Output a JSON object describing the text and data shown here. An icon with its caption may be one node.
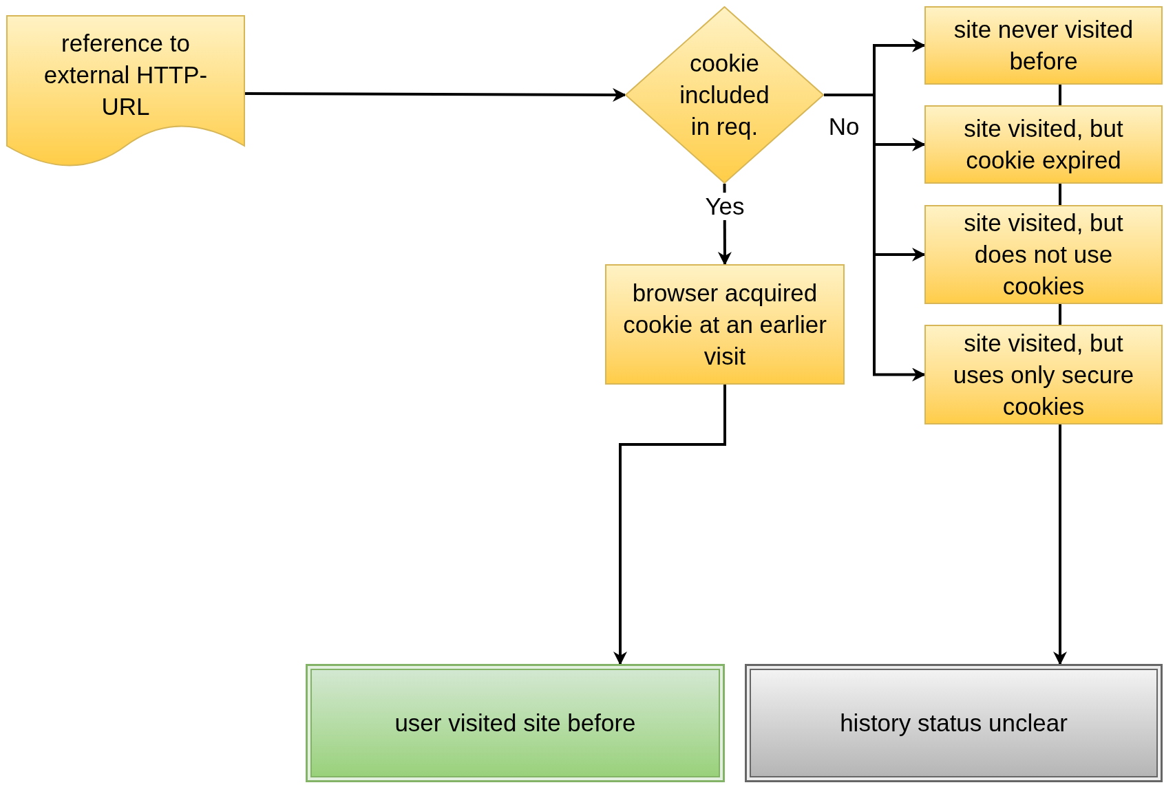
{
  "diagram": {
    "nodes": [
      {
        "text": [
          "reference to external HTTP-URL"
        ]
      },
      {
        "text": [
          "cookie included in req."
        ]
      },
      {
        "text": [
          "site never visited before"
        ]
      },
      {
        "text": [
          "site visited, but cookie expired"
        ]
      },
      {
        "text": [
          "site visited, but does not use cookies"
        ]
      },
      {
        "text": [
          "site visited, but uses only secure cookies"
        ]
      },
      {
        "text": [
          "browser acquired cookie at an earlier visit"
        ]
      },
      {
        "text": [
          "user visited site before"
        ]
      },
      {
        "text": [
          "history status unclear"
        ]
      }
    ],
    "edges": [
      {
        "from": 0,
        "to": 1,
        "arrow": "to"
      },
      {
        "from": 1,
        "to": 2,
        "arrow": "to",
        "label": "No"
      },
      {
        "from": 1,
        "to": 3,
        "arrow": "to"
      },
      {
        "from": 1,
        "to": 4,
        "arrow": "to"
      },
      {
        "from": 1,
        "to": 5,
        "arrow": "to"
      },
      {
        "from": 1,
        "to": 6,
        "arrow": "to",
        "label": "Yes"
      },
      {
        "from": 6,
        "to": 7,
        "arrow": "to"
      },
      {
        "from": 2,
        "to": 3,
        "arrow": "none"
      },
      {
        "from": 3,
        "to": 4,
        "arrow": "none"
      },
      {
        "from": 4,
        "to": 5,
        "arrow": "none"
      },
      {
        "from": 5,
        "to": 8,
        "arrow": "to"
      }
    ]
  }
}
